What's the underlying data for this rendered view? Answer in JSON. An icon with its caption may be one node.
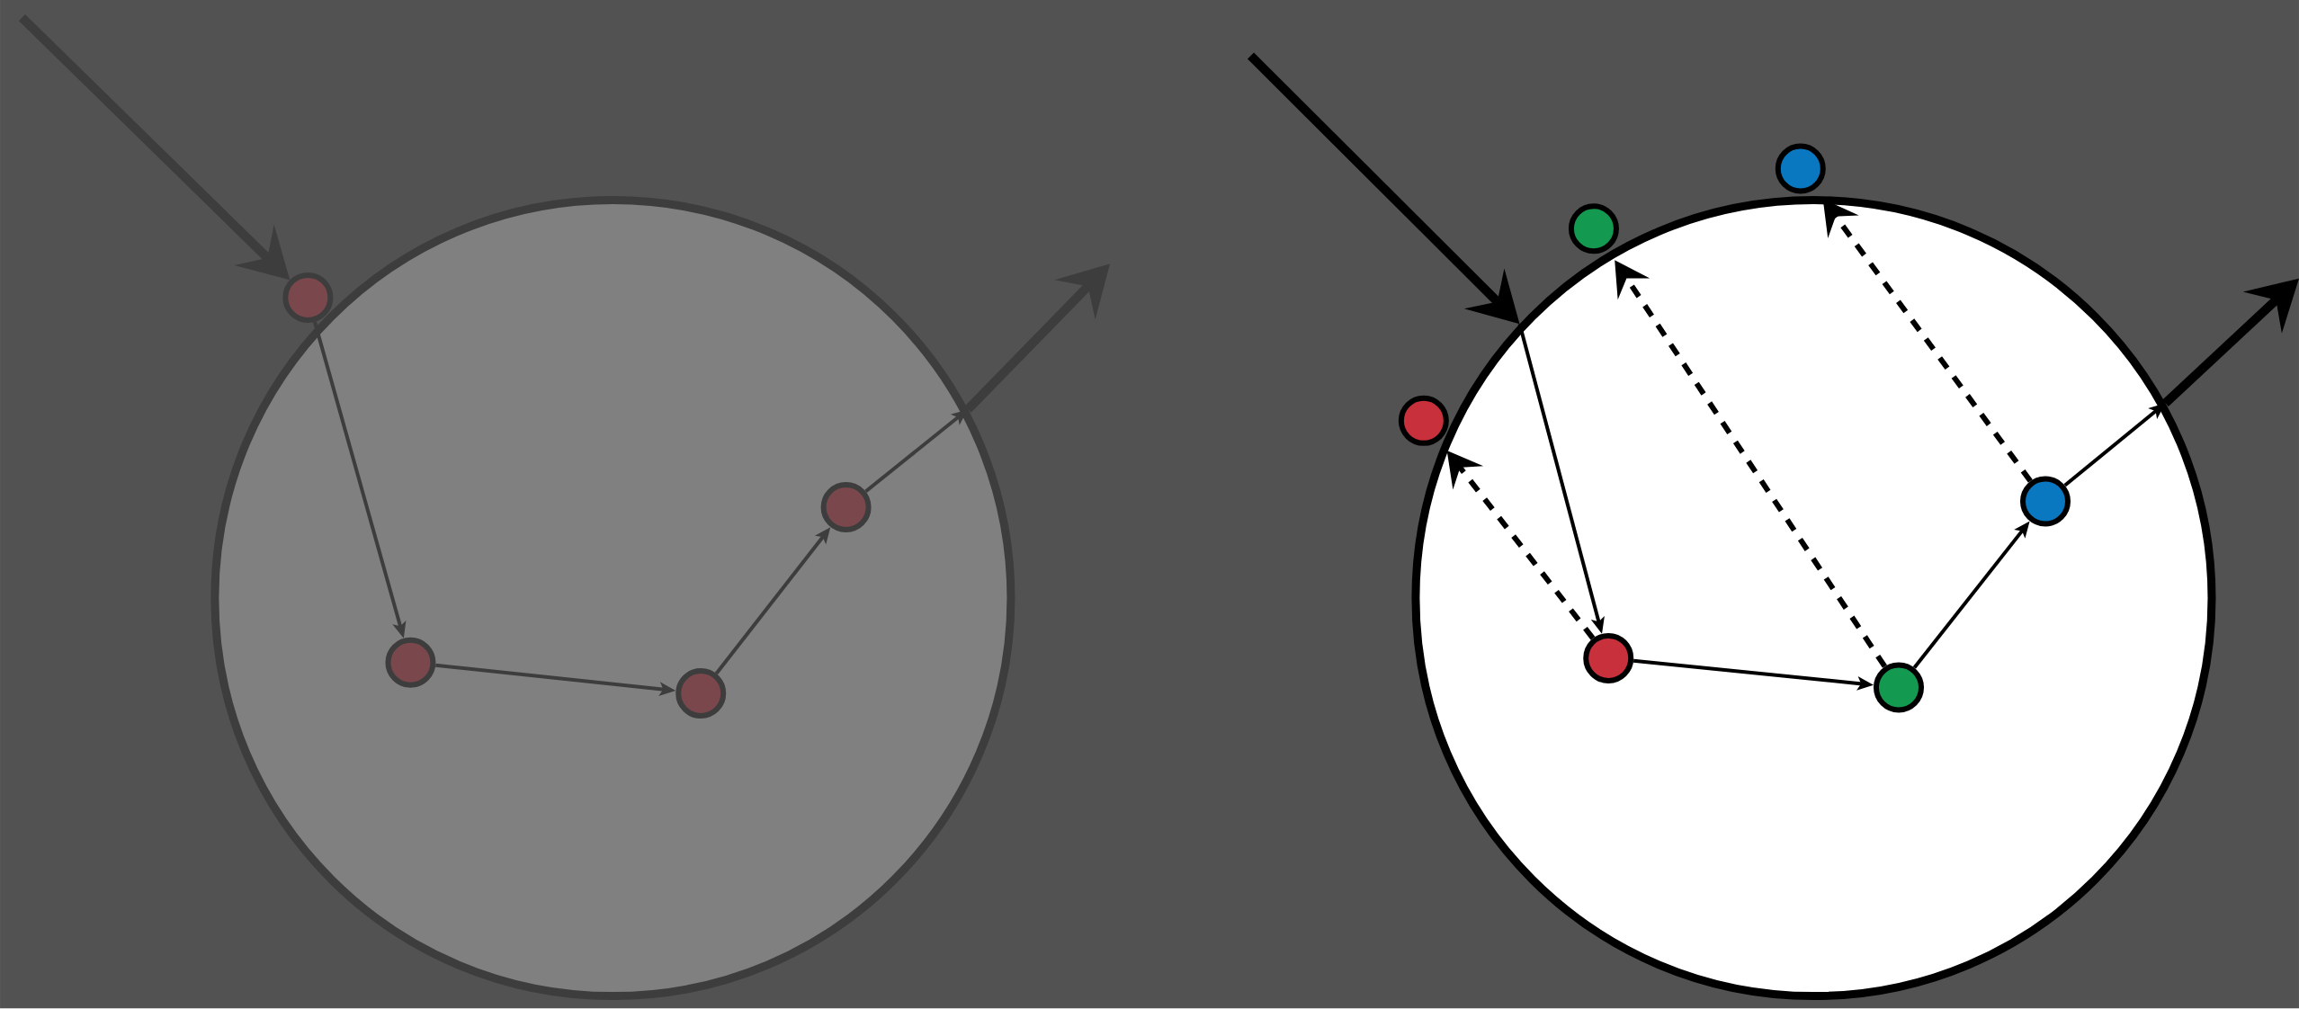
{
  "diagram": {
    "nodes": [
      {
        "text": [],
        "shape": "circle"
      },
      {
        "text": [],
        "shape": "circle",
        "in": 0
      },
      {
        "text": [],
        "shape": "circle",
        "in": 0
      },
      {
        "text": [],
        "shape": "circle",
        "in": 0
      },
      {
        "text": [],
        "shape": "circle",
        "in": 0
      },
      {
        "text": [],
        "shape": "circle"
      },
      {
        "text": [],
        "shape": "circle",
        "in": 5
      },
      {
        "text": [],
        "shape": "circle",
        "in": 5
      },
      {
        "text": [],
        "shape": "circle",
        "in": 5
      },
      {
        "text": [],
        "shape": "circle"
      },
      {
        "text": [],
        "shape": "circle"
      },
      {
        "text": [],
        "shape": "circle"
      }
    ],
    "edges": [
      {
        "from": null,
        "to": 1,
        "arrow": "to",
        "style": "thick",
        "color": "#3d3d3d"
      },
      {
        "from": 1,
        "to": 2,
        "arrow": "to",
        "color": "#3d3d3d"
      },
      {
        "from": 2,
        "to": 3,
        "arrow": "to",
        "color": "#3d3d3d"
      },
      {
        "from": 3,
        "to": 4,
        "arrow": "to",
        "color": "#3d3d3d"
      },
      {
        "from": 4,
        "to": 0,
        "arrow": "to",
        "color": "#3d3d3d"
      },
      {
        "from": 0,
        "to": null,
        "arrow": "to",
        "style": "thick",
        "color": "#3d3d3d"
      },
      {
        "from": null,
        "to": 5,
        "arrow": "to",
        "style": "thick"
      },
      {
        "from": 5,
        "to": 6,
        "arrow": "to"
      },
      {
        "from": 6,
        "to": 7,
        "arrow": "to"
      },
      {
        "from": 7,
        "to": 8,
        "arrow": "to"
      },
      {
        "from": 8,
        "to": 5,
        "arrow": "to"
      },
      {
        "from": 5,
        "to": null,
        "arrow": "to",
        "style": "thick"
      },
      {
        "from": 6,
        "to": 9,
        "arrow": "to",
        "style": "dashed"
      },
      {
        "from": 7,
        "to": 10,
        "arrow": "to",
        "style": "dashed"
      },
      {
        "from": 8,
        "to": 11,
        "arrow": "to",
        "style": "dashed"
      }
    ]
  }
}
